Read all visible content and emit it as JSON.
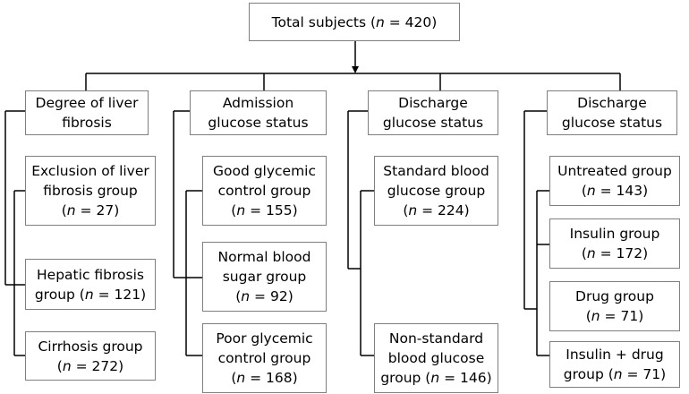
{
  "root": {
    "prefix": "Total subjects (",
    "n_var": "n",
    "n_rest": " = 420)"
  },
  "columns": [
    {
      "header": {
        "line1": "Degree of liver",
        "line2": "fibrosis"
      },
      "groups": [
        {
          "line1": "Exclusion of liver",
          "line2": "fibrosis group",
          "n_rest": " = 27)"
        },
        {
          "line1": "Hepatic fibrosis",
          "line2": "group (",
          "n_rest": " = 121)"
        },
        {
          "line1": "Cirrhosis group",
          "n_rest": " = 272)"
        }
      ]
    },
    {
      "header": {
        "line1": "Admission",
        "line2": "glucose status"
      },
      "groups": [
        {
          "line1": "Good glycemic",
          "line2": "control group",
          "n_rest": " = 155)"
        },
        {
          "line1": "Normal blood",
          "line2": "sugar group",
          "n_rest": " = 92)"
        },
        {
          "line1": "Poor glycemic",
          "line2": "control group",
          "n_rest": " = 168)"
        }
      ]
    },
    {
      "header": {
        "line1": "Discharge",
        "line2": "glucose status"
      },
      "groups": [
        {
          "line1": "Standard blood",
          "line2": "glucose group",
          "n_rest": " = 224)"
        },
        {
          "line1": "Non-standard",
          "line2": "blood glucose",
          "line3": "group (",
          "n_rest": " = 146)"
        }
      ]
    },
    {
      "header": {
        "line1": "Discharge",
        "line2": "glucose status"
      },
      "groups": [
        {
          "line1": "Untreated group",
          "n_rest": " = 143)"
        },
        {
          "line1": "Insulin group",
          "n_rest": " = 172)"
        },
        {
          "line1": "Drug group",
          "n_rest": " = 71)"
        },
        {
          "line1": "Insulin + drug",
          "line2": "group (",
          "n_rest": " = 71)"
        }
      ]
    }
  ],
  "n_var": "n",
  "open_paren": "(",
  "colors": {
    "border": "#7f7f7f",
    "line": "#000000",
    "background": "#ffffff"
  }
}
